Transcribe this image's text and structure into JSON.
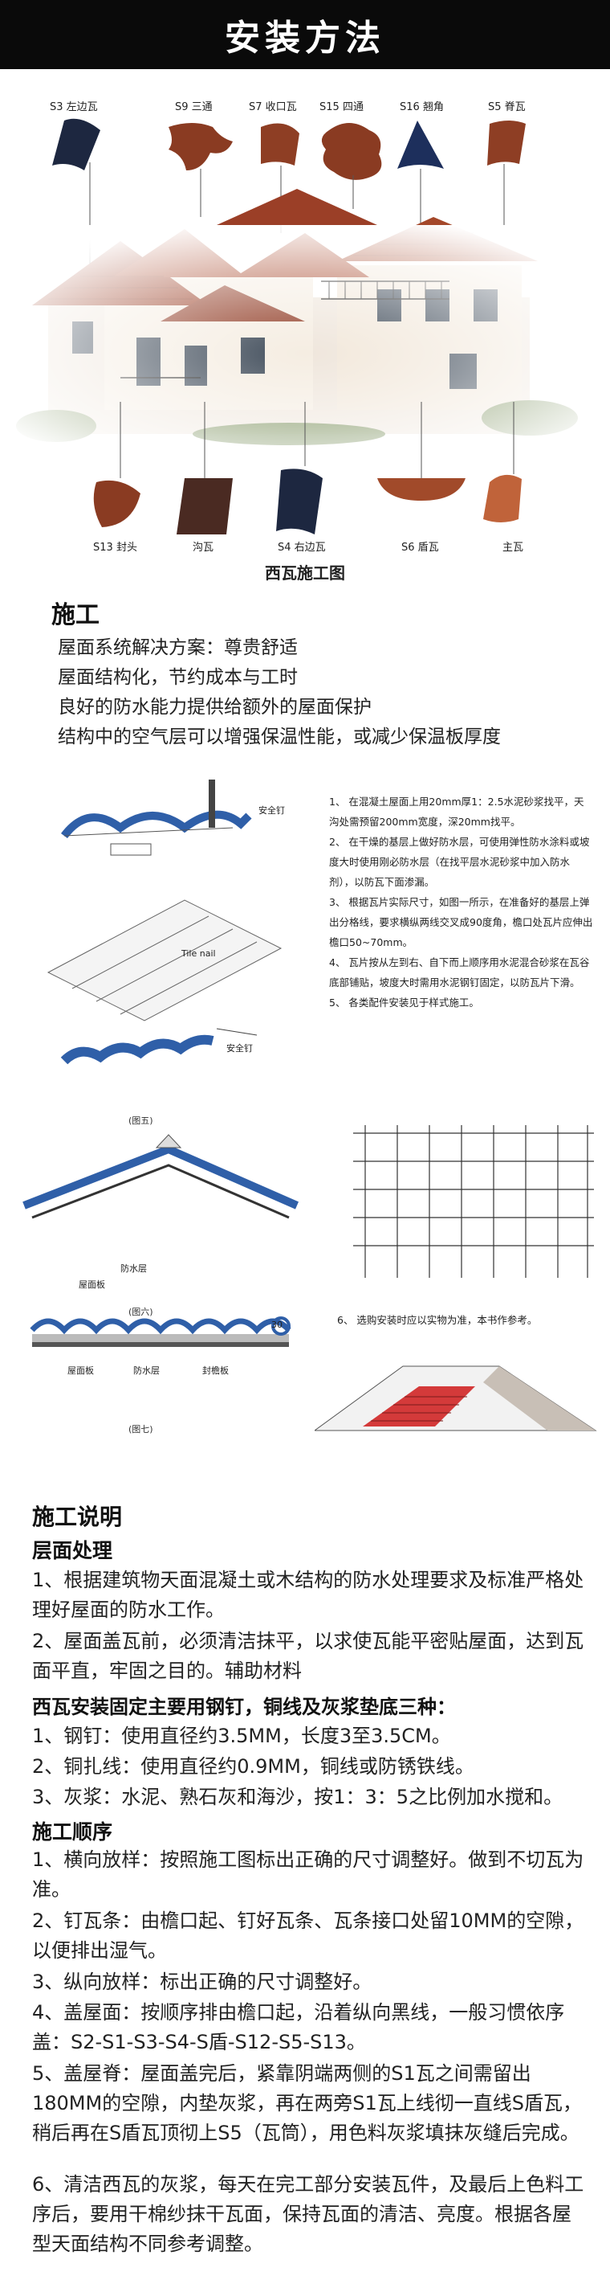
{
  "banner": {
    "title": "安装方法"
  },
  "tiles_top": [
    {
      "code": "S3",
      "name": "左边瓦"
    },
    {
      "code": "S9",
      "name": "三通"
    },
    {
      "code": "S7",
      "name": "收口瓦"
    },
    {
      "code": "S15",
      "name": "四通"
    },
    {
      "code": "S16",
      "name": "翘角"
    },
    {
      "code": "S5",
      "name": "脊瓦"
    }
  ],
  "tiles_bottom": [
    {
      "code": "S13",
      "name": "封头"
    },
    {
      "code": "",
      "name": "沟瓦"
    },
    {
      "code": "S4",
      "name": "右边瓦"
    },
    {
      "code": "S6",
      "name": "盾瓦"
    },
    {
      "code": "",
      "name": "主瓦"
    }
  ],
  "house_caption": "西瓦施工图",
  "construction": {
    "title": "施工",
    "lines": [
      "屋面系统解决方案：尊贵舒适",
      "屋面结构化，节约成本与工时",
      "良好的防水能力提供给额外的屋面保护",
      "结构中的空气层可以增强保温性能，或减少保温板厚度"
    ]
  },
  "diagram_labels": {
    "safety_nail": "安全钉",
    "tile_nail": "Tile nail",
    "safety_nail2": "安全钉",
    "fig5": "(图五)",
    "waterproof": "防水层",
    "eave_board": "屋面板",
    "fig6": "(图六)",
    "eave_board2": "屋面板",
    "waterproof2": "防水层",
    "eave_strip": "封檐板",
    "dim30": "30",
    "fig7": "(图七)"
  },
  "steps_small": [
    "1、 在混凝土屋面上用20mm厚1：2.5水泥砂浆找平，天沟处需预留200mm宽度，深20mm找平。",
    "2、 在干燥的基层上做好防水层，可使用弹性防水涂料或坡度大时使用刚必防水层（在找平层水泥砂浆中加入防水剂），以防瓦下面渗漏。",
    "3、 根据瓦片实际尺寸，如图一所示，在准备好的基层上弹出分格线，要求横纵两线交叉成90度角，檐口处瓦片应伸出檐口50~70mm。",
    "4、 瓦片按从左到右、自下而上顺序用水泥混合砂浆在瓦谷底部铺贴，坡度大时需用水泥钢钉固定，以防瓦片下滑。",
    "5、 各类配件安装见于样式施工。"
  ],
  "step6_small": "6、 选购安装时应以实物为准，本书作参考。",
  "notes": {
    "title": "施工说明",
    "sub1": "层面处理",
    "p1": "1、根据建筑物天面混凝土或木结构的防水处理要求及标准严格处理好屋面的防水工作。",
    "p2": "2、屋面盖瓦前，必须清洁抹平，以求使瓦能平密贴屋面，达到瓦面平直，牢固之目的。辅助材料",
    "sub2": "西瓦安装固定主要用钢钉，铜线及灰浆垫底三种：",
    "m1": "1、钢钉：使用直径约3.5MM，长度3至3.5CM。",
    "m2": "2、铜扎线：使用直径约0.9MM，铜线或防锈铁线。",
    "m3": "3、灰浆：水泥、熟石灰和海沙，按1：3：5之比例加水搅和。",
    "sub3": "施工顺序",
    "o1": "1、横向放样：按照施工图标出正确的尺寸调整好。做到不切瓦为准。",
    "o2": "2、钉瓦条：由檐口起、钉好瓦条、瓦条接口处留10MM的空隙，以便排出湿气。",
    "o3": "3、纵向放样：标出正确的尺寸调整好。",
    "o4": "4、盖屋面：按顺序排由檐口起，沿着纵向黑线，一般习惯依序盖：S2-S1-S3-S4-S盾-S12-S5-S13。",
    "o5": "5、盖屋脊：屋面盖完后，紧靠阴端两侧的S1瓦之间需留出180MM的空隙，内垫灰浆，再在两旁S1瓦上线彻一直线S盾瓦，稍后再在S盾瓦顶彻上S5（瓦筒），用色料灰浆填抹灰缝后完成。",
    "o6": "6、清洁西瓦的灰浆，每天在完工部分安装瓦件，及最后上色料工序后，要用干棉纱抹干瓦面，保持瓦面的清洁、亮度。根据各屋型天面结构不同参考调整。"
  },
  "colors": {
    "tile_brown": "#8a3b22",
    "tile_dark": "#1e2a4a",
    "dark_banner": "#0a0a0a",
    "diagram_blue": "#2f5fa8"
  }
}
